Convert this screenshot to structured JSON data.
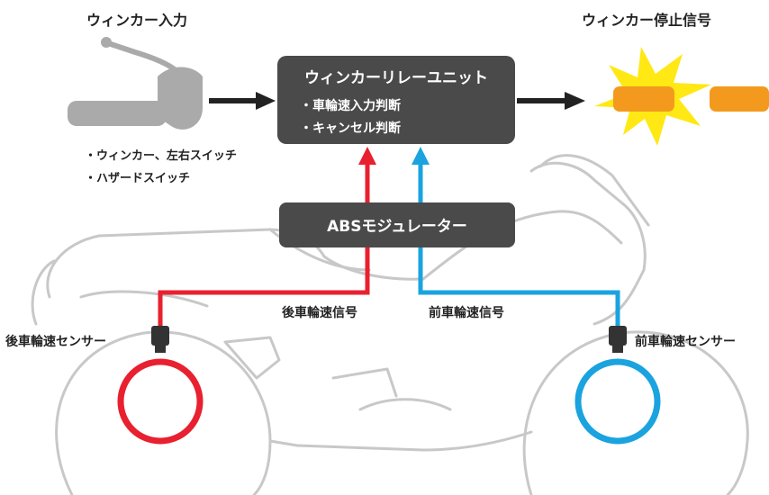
{
  "input_title": "ウィンカー入力",
  "input_switches": [
    "・ウィンカー、左右スイッチ",
    "・ハザードスイッチ"
  ],
  "relay_unit": {
    "title": "ウィンカーリレーユニット",
    "functions": [
      "・車輪速入力判断",
      "・キャンセル判断"
    ]
  },
  "output_title": "ウィンカー停止信号",
  "abs_modulator": "ABSモジュレーター",
  "rear_signal": "後車輪速信号",
  "front_signal": "前車輪速信号",
  "rear_sensor": "後車輪速センサー",
  "front_sensor": "前車輪速センサー",
  "colors": {
    "box": "#4a4a4a",
    "rear": "#e8202f",
    "front": "#1aa3df",
    "arrow": "#222222",
    "lamp": "#f39a1e",
    "flash": "#ffe814",
    "outline": "#c8c8c8"
  }
}
